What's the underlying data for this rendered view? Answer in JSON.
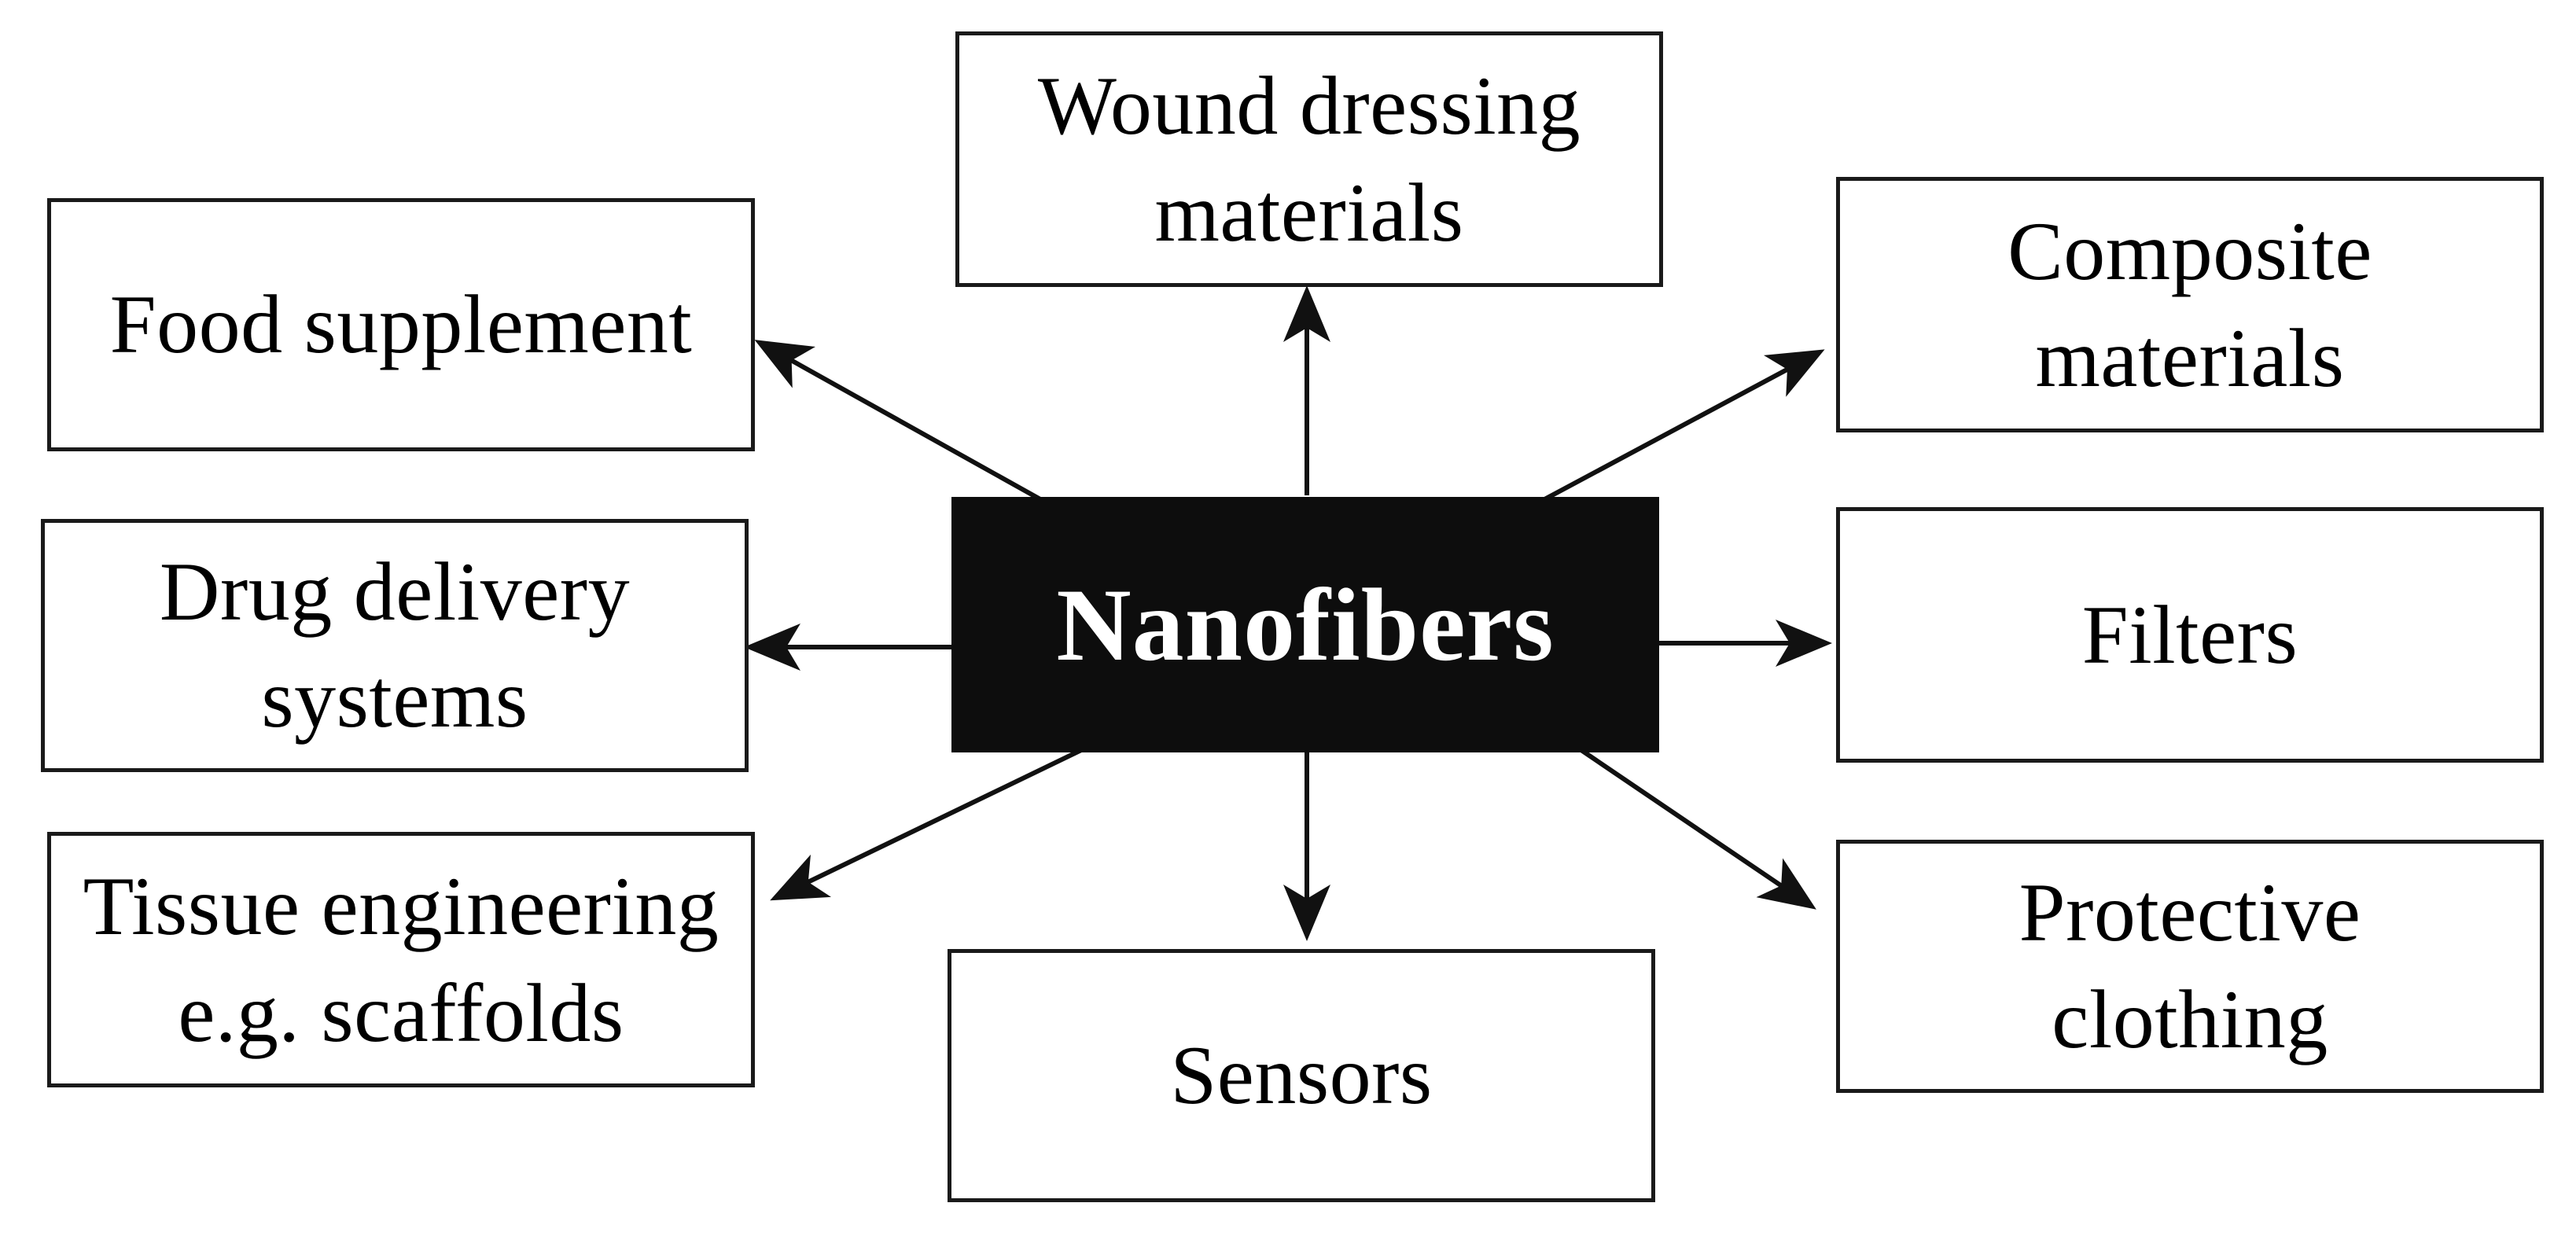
{
  "diagram": {
    "center": {
      "label": "Nanofibers"
    },
    "nodes": {
      "wound_dressing": {
        "label": "Wound dressing\nmaterials"
      },
      "food_supplement": {
        "label": "Food supplement"
      },
      "composite": {
        "label": "Composite\nmaterials"
      },
      "drug_delivery": {
        "label": "Drug delivery\nsystems"
      },
      "filters": {
        "label": "Filters"
      },
      "tissue_engineering": {
        "label": "Tissue engineering\ne.g. scaffolds"
      },
      "sensors": {
        "label": "Sensors"
      },
      "protective_clothing": {
        "label": "Protective\nclothing"
      }
    },
    "edges": [
      {
        "from": "Nanofibers",
        "to": "Wound dressing materials"
      },
      {
        "from": "Nanofibers",
        "to": "Food supplement"
      },
      {
        "from": "Nanofibers",
        "to": "Composite materials"
      },
      {
        "from": "Nanofibers",
        "to": "Drug delivery systems"
      },
      {
        "from": "Nanofibers",
        "to": "Filters"
      },
      {
        "from": "Nanofibers",
        "to": "Tissue engineering e.g. scaffolds"
      },
      {
        "from": "Nanofibers",
        "to": "Sensors"
      },
      {
        "from": "Nanofibers",
        "to": "Protective clothing"
      }
    ],
    "colors": {
      "center_fill": "#0d0d0d",
      "center_text": "#ffffff",
      "box_border": "#1a1a1a",
      "arrow": "#111111"
    }
  }
}
